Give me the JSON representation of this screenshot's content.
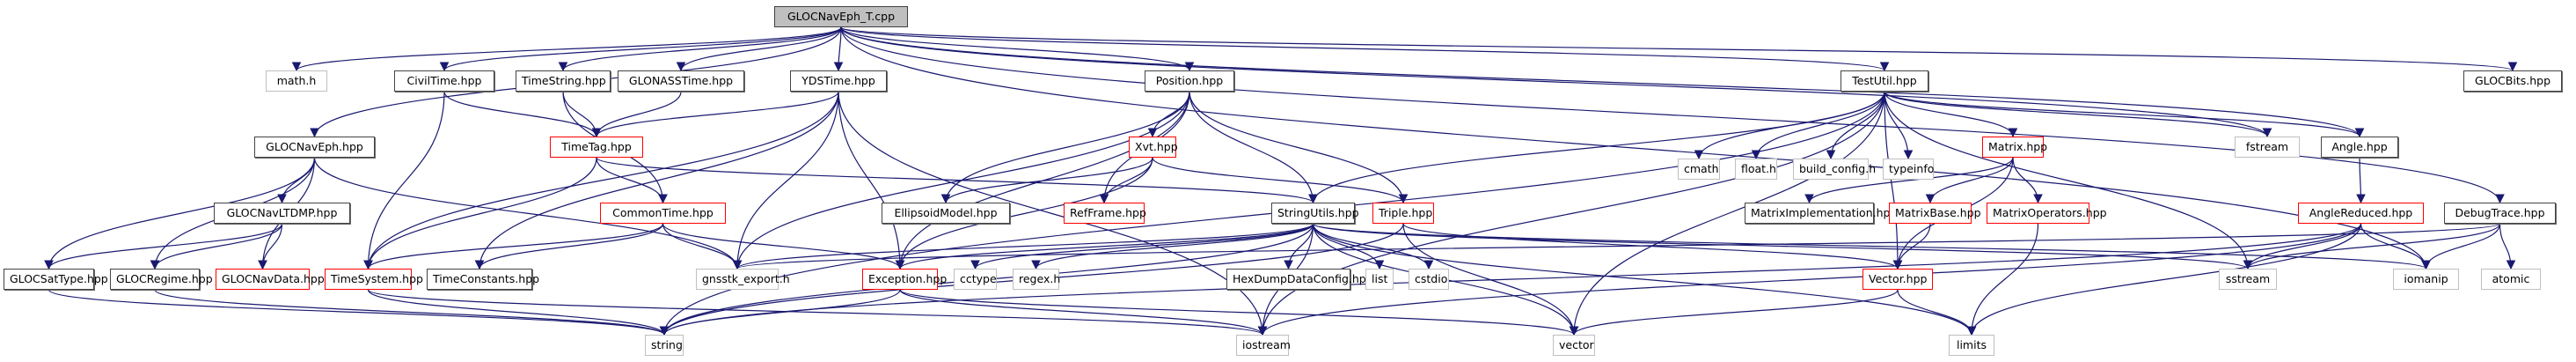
{
  "graph": {
    "title": "GLOCNavEph_T.cpp",
    "legend_colors": {
      "edge": "#191970",
      "normal_border": "#404040",
      "truncated_border": "#ff0000",
      "external_border": "#bfbfbf",
      "root_fill": "#bfbfbf"
    },
    "nodes": [
      {
        "id": "root",
        "label": "GLOCNavEph_T.cpp",
        "kind": "root"
      },
      {
        "id": "math_h",
        "label": "math.h",
        "kind": "ext"
      },
      {
        "id": "CivilTime",
        "label": "CivilTime.hpp",
        "kind": "doc"
      },
      {
        "id": "TimeString",
        "label": "TimeString.hpp",
        "kind": "doc"
      },
      {
        "id": "GLONASSTime",
        "label": "GLONASSTime.hpp",
        "kind": "doc"
      },
      {
        "id": "YDSTime",
        "label": "YDSTime.hpp",
        "kind": "doc"
      },
      {
        "id": "Position",
        "label": "Position.hpp",
        "kind": "doc"
      },
      {
        "id": "TestUtil",
        "label": "TestUtil.hpp",
        "kind": "doc"
      },
      {
        "id": "GLOCBits",
        "label": "GLOCBits.hpp",
        "kind": "doc"
      },
      {
        "id": "GLOCNavEph",
        "label": "GLOCNavEph.hpp",
        "kind": "doc"
      },
      {
        "id": "TimeTag",
        "label": "TimeTag.hpp",
        "kind": "trunc"
      },
      {
        "id": "Xvt",
        "label": "Xvt.hpp",
        "kind": "trunc"
      },
      {
        "id": "cmath",
        "label": "cmath",
        "kind": "ext"
      },
      {
        "id": "float_h",
        "label": "float.h",
        "kind": "ext"
      },
      {
        "id": "build_config",
        "label": "build_config.h",
        "kind": "ext"
      },
      {
        "id": "typeinfo",
        "label": "typeinfo",
        "kind": "ext"
      },
      {
        "id": "Matrix",
        "label": "Matrix.hpp",
        "kind": "trunc"
      },
      {
        "id": "fstream",
        "label": "fstream",
        "kind": "ext"
      },
      {
        "id": "Angle",
        "label": "Angle.hpp",
        "kind": "doc"
      },
      {
        "id": "GLOCNavLTDMP",
        "label": "GLOCNavLTDMP.hpp",
        "kind": "doc"
      },
      {
        "id": "CommonTime",
        "label": "CommonTime.hpp",
        "kind": "trunc"
      },
      {
        "id": "EllipsoidModel",
        "label": "EllipsoidModel.hpp",
        "kind": "doc"
      },
      {
        "id": "RefFrame",
        "label": "RefFrame.hpp",
        "kind": "trunc"
      },
      {
        "id": "StringUtils",
        "label": "StringUtils.hpp",
        "kind": "doc"
      },
      {
        "id": "Triple",
        "label": "Triple.hpp",
        "kind": "trunc"
      },
      {
        "id": "MatrixImplementation",
        "label": "MatrixImplementation.hpp",
        "kind": "doc"
      },
      {
        "id": "MatrixBase",
        "label": "MatrixBase.hpp",
        "kind": "trunc"
      },
      {
        "id": "MatrixOperators",
        "label": "MatrixOperators.hpp",
        "kind": "trunc"
      },
      {
        "id": "AngleReduced",
        "label": "AngleReduced.hpp",
        "kind": "trunc"
      },
      {
        "id": "DebugTrace",
        "label": "DebugTrace.hpp",
        "kind": "doc"
      },
      {
        "id": "GLOCSatType",
        "label": "GLOCSatType.hpp",
        "kind": "doc"
      },
      {
        "id": "GLOCRegime",
        "label": "GLOCRegime.hpp",
        "kind": "doc"
      },
      {
        "id": "GLOCNavData",
        "label": "GLOCNavData.hpp",
        "kind": "trunc"
      },
      {
        "id": "TimeSystem",
        "label": "TimeSystem.hpp",
        "kind": "trunc"
      },
      {
        "id": "TimeConstants",
        "label": "TimeConstants.hpp",
        "kind": "doc"
      },
      {
        "id": "gnsstk_export",
        "label": "gnsstk_export.h",
        "kind": "ext"
      },
      {
        "id": "Exception",
        "label": "Exception.hpp",
        "kind": "trunc"
      },
      {
        "id": "cctype",
        "label": "cctype",
        "kind": "ext"
      },
      {
        "id": "regex_h",
        "label": "regex.h",
        "kind": "ext"
      },
      {
        "id": "HexDumpDataConfig",
        "label": "HexDumpDataConfig.hpp",
        "kind": "doc"
      },
      {
        "id": "list",
        "label": "list",
        "kind": "ext"
      },
      {
        "id": "cstdio",
        "label": "cstdio",
        "kind": "ext"
      },
      {
        "id": "Vector",
        "label": "Vector.hpp",
        "kind": "trunc"
      },
      {
        "id": "sstream",
        "label": "sstream",
        "kind": "ext"
      },
      {
        "id": "iomanip",
        "label": "iomanip",
        "kind": "ext"
      },
      {
        "id": "atomic",
        "label": "atomic",
        "kind": "ext"
      },
      {
        "id": "string",
        "label": "string",
        "kind": "ext"
      },
      {
        "id": "iostream",
        "label": "iostream",
        "kind": "ext"
      },
      {
        "id": "vector",
        "label": "vector",
        "kind": "ext"
      },
      {
        "id": "limits",
        "label": "limits",
        "kind": "ext"
      }
    ],
    "edges": [
      [
        "root",
        "math_h"
      ],
      [
        "root",
        "CivilTime"
      ],
      [
        "root",
        "TimeString"
      ],
      [
        "root",
        "GLONASSTime"
      ],
      [
        "root",
        "YDSTime"
      ],
      [
        "root",
        "Position"
      ],
      [
        "root",
        "TestUtil"
      ],
      [
        "root",
        "GLOCBits"
      ],
      [
        "root",
        "GLOCNavEph"
      ],
      [
        "root",
        "Angle"
      ],
      [
        "root",
        "fstream"
      ],
      [
        "root",
        "DebugTrace"
      ],
      [
        "root",
        "iomanip"
      ],
      [
        "GLOCNavEph",
        "GLOCNavLTDMP"
      ],
      [
        "GLOCNavEph",
        "GLOCSatType"
      ],
      [
        "GLOCNavEph",
        "GLOCRegime"
      ],
      [
        "GLOCNavEph",
        "GLOCNavData"
      ],
      [
        "GLOCNavEph",
        "gnsstk_export"
      ],
      [
        "GLOCNavLTDMP",
        "GLOCSatType"
      ],
      [
        "GLOCNavLTDMP",
        "GLOCRegime"
      ],
      [
        "GLOCNavLTDMP",
        "GLOCNavData"
      ],
      [
        "GLOCSatType",
        "string"
      ],
      [
        "GLOCRegime",
        "string"
      ],
      [
        "CivilTime",
        "TimeTag"
      ],
      [
        "CivilTime",
        "TimeSystem"
      ],
      [
        "TimeString",
        "TimeTag"
      ],
      [
        "TimeString",
        "CommonTime"
      ],
      [
        "GLONASSTime",
        "TimeTag"
      ],
      [
        "YDSTime",
        "TimeTag"
      ],
      [
        "YDSTime",
        "TimeSystem"
      ],
      [
        "YDSTime",
        "TimeConstants"
      ],
      [
        "YDSTime",
        "gnsstk_export"
      ],
      [
        "YDSTime",
        "Exception"
      ],
      [
        "YDSTime",
        "iostream"
      ],
      [
        "TimeTag",
        "CommonTime"
      ],
      [
        "TimeTag",
        "TimeSystem"
      ],
      [
        "TimeTag",
        "StringUtils"
      ],
      [
        "CommonTime",
        "TimeSystem"
      ],
      [
        "CommonTime",
        "TimeConstants"
      ],
      [
        "CommonTime",
        "gnsstk_export"
      ],
      [
        "CommonTime",
        "Exception"
      ],
      [
        "TimeSystem",
        "string"
      ],
      [
        "TimeSystem",
        "iostream"
      ],
      [
        "Position",
        "Xvt"
      ],
      [
        "Position",
        "EllipsoidModel"
      ],
      [
        "Position",
        "RefFrame"
      ],
      [
        "Position",
        "StringUtils"
      ],
      [
        "Position",
        "Triple"
      ],
      [
        "Position",
        "gnsstk_export"
      ],
      [
        "Position",
        "Exception"
      ],
      [
        "Xvt",
        "EllipsoidModel"
      ],
      [
        "Xvt",
        "RefFrame"
      ],
      [
        "Xvt",
        "Triple"
      ],
      [
        "Xvt",
        "Exception"
      ],
      [
        "StringUtils",
        "gnsstk_export"
      ],
      [
        "StringUtils",
        "Exception"
      ],
      [
        "StringUtils",
        "cctype"
      ],
      [
        "StringUtils",
        "regex_h"
      ],
      [
        "StringUtils",
        "HexDumpDataConfig"
      ],
      [
        "StringUtils",
        "list"
      ],
      [
        "StringUtils",
        "cstdio"
      ],
      [
        "StringUtils",
        "string"
      ],
      [
        "StringUtils",
        "iostream"
      ],
      [
        "StringUtils",
        "vector"
      ],
      [
        "StringUtils",
        "sstream"
      ],
      [
        "StringUtils",
        "iomanip"
      ],
      [
        "StringUtils",
        "limits"
      ],
      [
        "Triple",
        "Vector"
      ],
      [
        "Triple",
        "vector"
      ],
      [
        "Triple",
        "string"
      ],
      [
        "Exception",
        "string"
      ],
      [
        "Exception",
        "iostream"
      ],
      [
        "Exception",
        "vector"
      ],
      [
        "TestUtil",
        "cmath"
      ],
      [
        "TestUtil",
        "float_h"
      ],
      [
        "TestUtil",
        "build_config"
      ],
      [
        "TestUtil",
        "typeinfo"
      ],
      [
        "TestUtil",
        "Matrix"
      ],
      [
        "TestUtil",
        "fstream"
      ],
      [
        "TestUtil",
        "StringUtils"
      ],
      [
        "TestUtil",
        "Vector"
      ],
      [
        "TestUtil",
        "sstream"
      ],
      [
        "TestUtil",
        "iostream"
      ],
      [
        "TestUtil",
        "string"
      ],
      [
        "TestUtil",
        "vector"
      ],
      [
        "TestUtil",
        "Angle"
      ],
      [
        "Matrix",
        "MatrixImplementation"
      ],
      [
        "Matrix",
        "MatrixBase"
      ],
      [
        "Matrix",
        "MatrixOperators"
      ],
      [
        "Matrix",
        "Vector"
      ],
      [
        "MatrixBase",
        "Vector"
      ],
      [
        "MatrixOperators",
        "limits"
      ],
      [
        "Vector",
        "limits"
      ],
      [
        "Vector",
        "vector"
      ],
      [
        "Angle",
        "AngleReduced"
      ],
      [
        "AngleReduced",
        "sstream"
      ],
      [
        "AngleReduced",
        "iomanip"
      ],
      [
        "AngleReduced",
        "string"
      ],
      [
        "AngleReduced",
        "iostream"
      ],
      [
        "AngleReduced",
        "limits"
      ],
      [
        "DebugTrace",
        "sstream"
      ],
      [
        "DebugTrace",
        "iomanip"
      ],
      [
        "DebugTrace",
        "atomic"
      ],
      [
        "DebugTrace",
        "gnsstk_export"
      ]
    ]
  }
}
